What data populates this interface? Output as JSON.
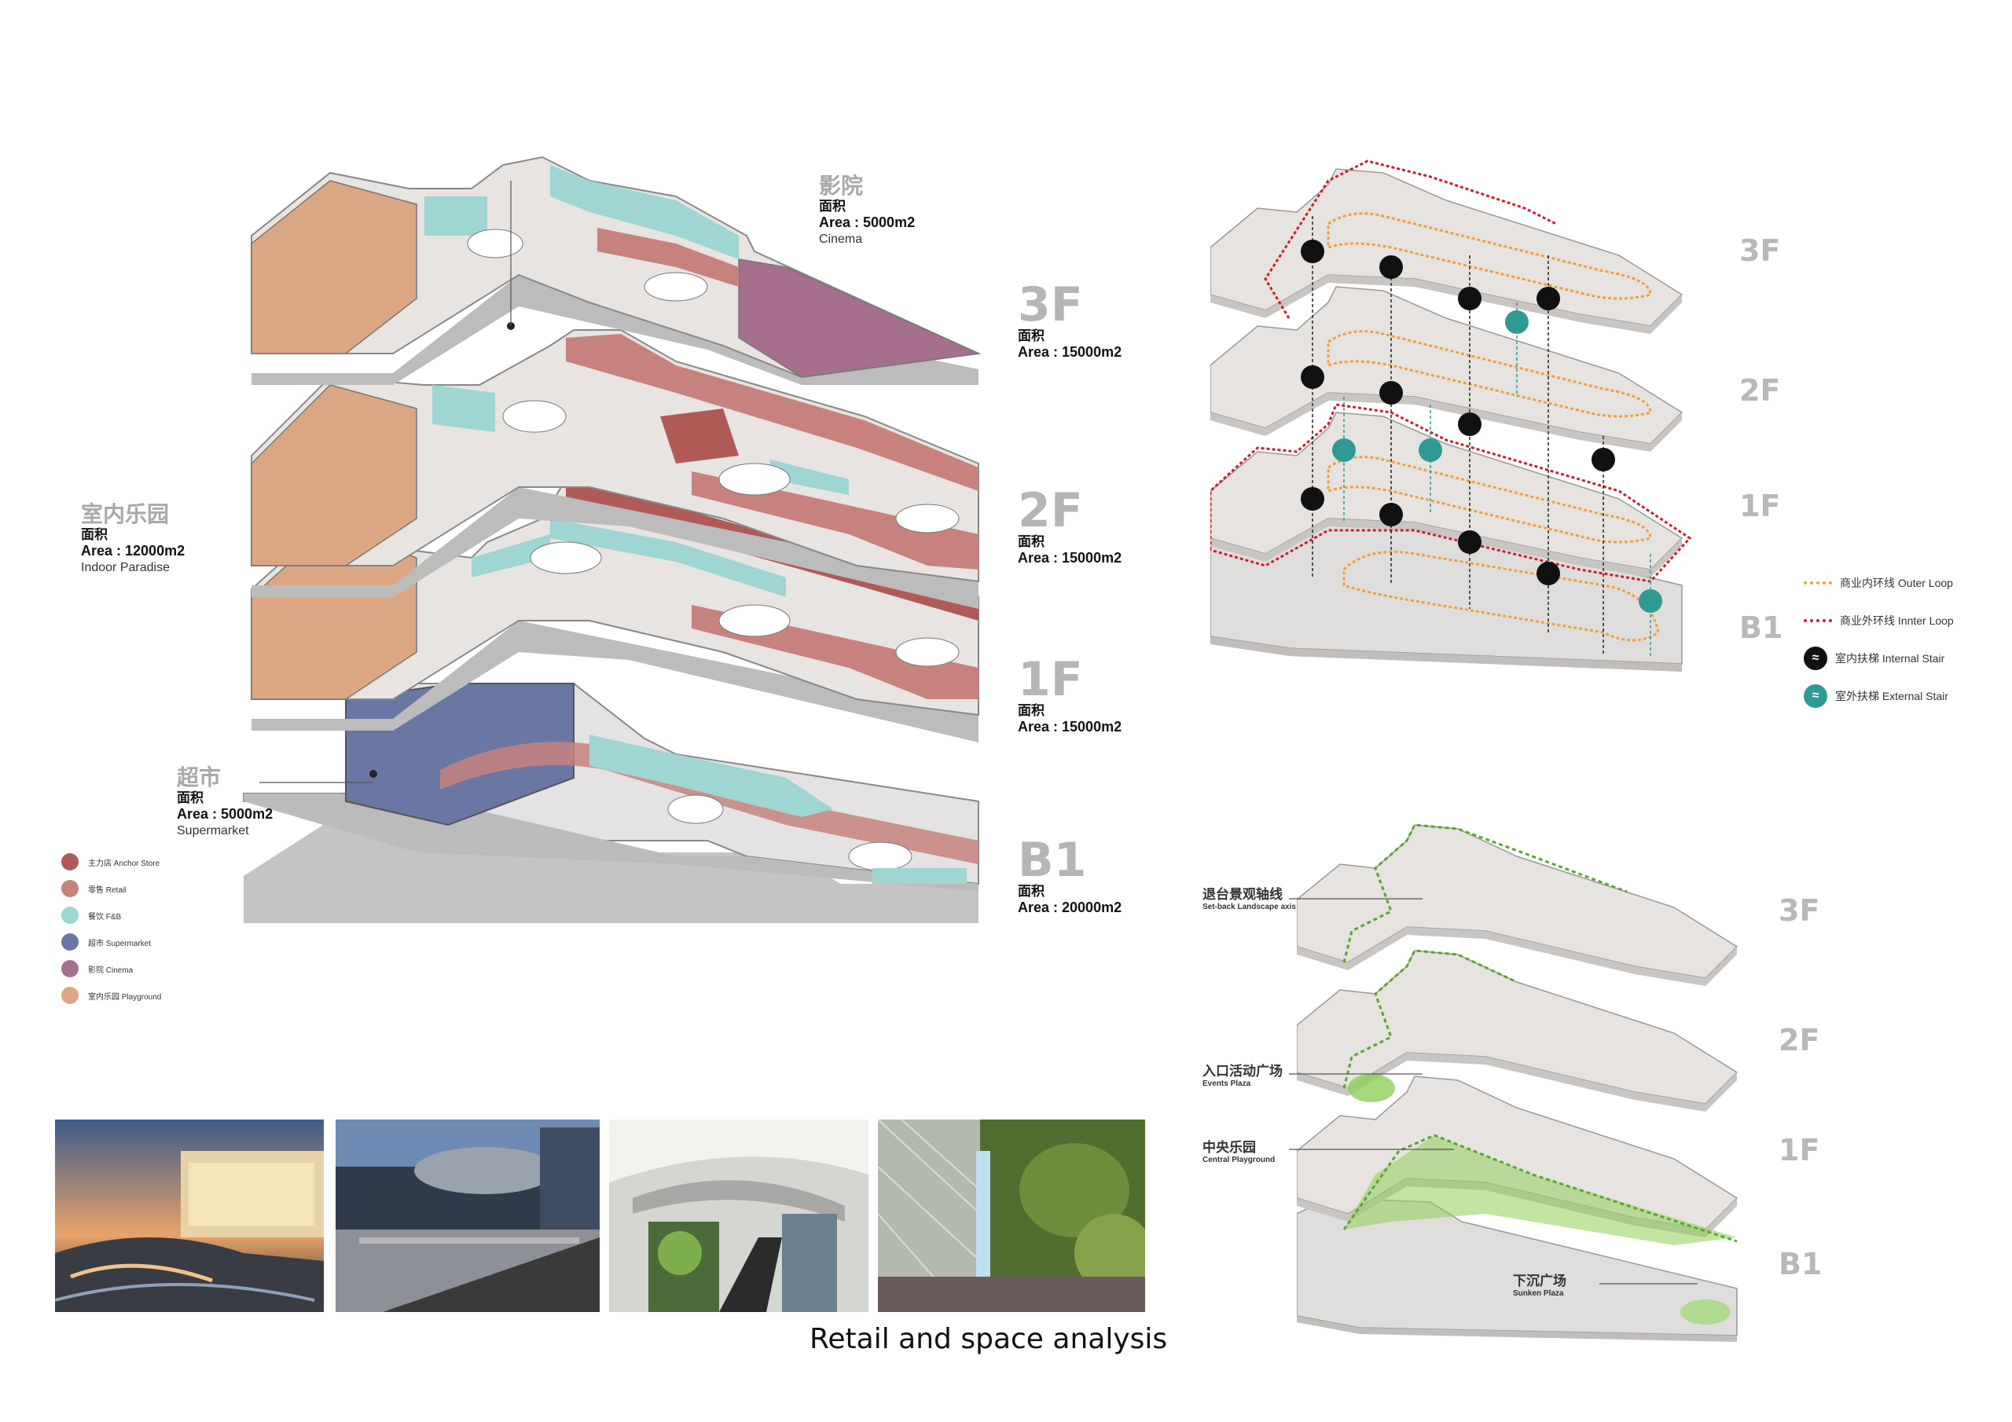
{
  "left_plan": {
    "floors": [
      {
        "level": "3F",
        "area_cn": "面积",
        "area_en": "Area : 15000m2"
      },
      {
        "level": "2F",
        "area_cn": "面积",
        "area_en": "Area : 15000m2"
      },
      {
        "level": "1F",
        "area_cn": "面积",
        "area_en": "Area : 15000m2"
      },
      {
        "level": "B1",
        "area_cn": "面积",
        "area_en": "Area : 20000m2"
      }
    ],
    "zones": {
      "cinema": {
        "cn": "影院",
        "area_cn": "面积",
        "area_en": "Area : 5000m2",
        "en": "Cinema"
      },
      "paradise": {
        "cn": "室内乐园",
        "area_cn": "面积",
        "area_en": "Area : 12000m2",
        "en": "Indoor Paradise"
      },
      "supermarket": {
        "cn": "超市",
        "area_cn": "面积",
        "area_en": "Area : 5000m2",
        "en": "Supermarket"
      }
    },
    "legend": [
      {
        "label": "主力店 Anchor Store",
        "color": "#b05a58"
      },
      {
        "label": "零售 Retail",
        "color": "#c7827e"
      },
      {
        "label": "餐饮 F&B",
        "color": "#9fd5d2"
      },
      {
        "label": "超市 Supermarket",
        "color": "#6a77a3"
      },
      {
        "label": "影院 Cinema",
        "color": "#a66f8e"
      },
      {
        "label": "室内乐园 Playground",
        "color": "#dca784"
      }
    ]
  },
  "circulation": {
    "floors": [
      "3F",
      "2F",
      "1F",
      "B1"
    ],
    "legend": [
      {
        "label": "商业内环线 Outer Loop",
        "color": "#f0a040",
        "kind": "line"
      },
      {
        "label": "商业外环线 Innter Loop",
        "color": "#c8202a",
        "kind": "line"
      },
      {
        "label": "室内扶梯 Internal Stair",
        "color": "#111111",
        "kind": "stair"
      },
      {
        "label": "室外扶梯 External Stair",
        "color": "#2e9a93",
        "kind": "stair"
      }
    ]
  },
  "landscape": {
    "floors": [
      "3F",
      "2F",
      "1F",
      "B1"
    ],
    "labels": [
      {
        "cn": "退台景观轴线",
        "en": "Set-back Landscape axis"
      },
      {
        "cn": "入口活动广场",
        "en": "Events Plaza"
      },
      {
        "cn": "中央乐园",
        "en": "Central Playground"
      },
      {
        "cn": "下沉广场",
        "en": "Sunken Plaza"
      }
    ]
  },
  "caption": "Retail and space analysis",
  "colors": {
    "anchor": "#b05a58",
    "retail": "#c7827e",
    "fnb": "#9fd5d2",
    "supermarket": "#6a77a3",
    "cinema": "#a66f8e",
    "playground": "#dca784",
    "slab": "#d9d6d2",
    "green": "#6fbf3c"
  }
}
